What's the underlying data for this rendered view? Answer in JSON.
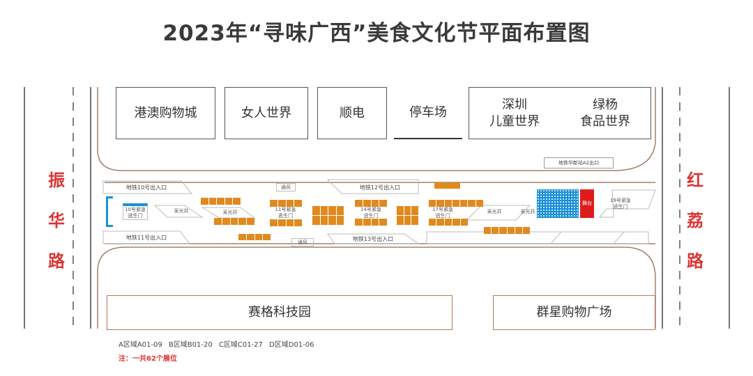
{
  "title": "2023年“寻味广西”美食文化节平面布置图",
  "roads": {
    "left": "振华路",
    "right": "红荔路"
  },
  "buildings": {
    "gangao": "港澳购物城",
    "nvren": "女人世界",
    "shundian": "顺电",
    "parking": "停车场",
    "shenzhen": "深圳\n儿童世界",
    "lvyang": "绿杨\n食品世界",
    "saige": "赛格科技园",
    "qunxing": "群星购物广场"
  },
  "exits": {
    "e10": "地铁10号出入口",
    "e11": "地铁11号出入口",
    "e12": "地铁12号出入口",
    "e13": "地铁13号出入口",
    "a2": "地铁华新站A2出口"
  },
  "small_labels": {
    "gate10": "10号紧急\n逃生门",
    "gate11": "11号紧急\n逃生门",
    "gate14": "14号紧急\n逃生门",
    "gate17": "17号紧急\n逃生门",
    "gate19": "19号紧急\n逃生门",
    "stage": "舞台",
    "vent": "通风",
    "vent2": "通风",
    "l1": "采光井",
    "l2": "采光井",
    "l3": "采光井",
    "l4": "采光井"
  },
  "legend": "A区域A01-09   B区域B01-20   C区域C01-27   D区域D01-06",
  "note": "注：一共62个展位",
  "colors": {
    "booth": "#e08a1e",
    "seating": "#1a8fd6",
    "stage": "#e01b1b",
    "road_label": "#d33333"
  }
}
